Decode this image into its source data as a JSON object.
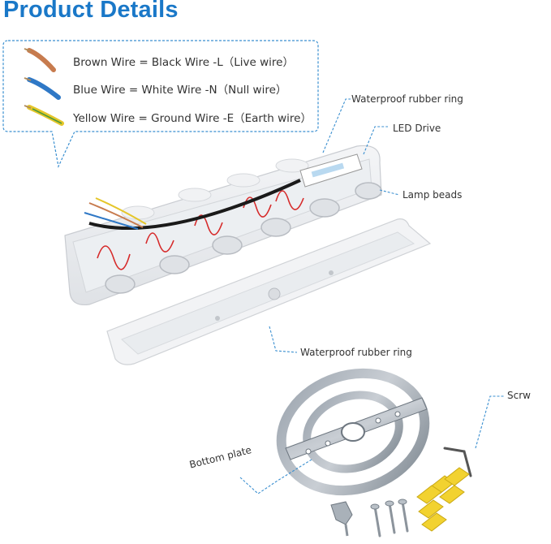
{
  "header": {
    "title": "Product Details"
  },
  "wiring": {
    "brown": "Brown Wire = Black Wire -L（Live wire）",
    "blue": "Blue Wire = White Wire -N（Null  wire）",
    "yellow": "Yellow Wire = Ground Wire -E（Earth wire）"
  },
  "annotations": {
    "waterproof_top": "Waterproof rubber ring",
    "led_drive": "LED Drive",
    "lamp_beads": "Lamp beads",
    "waterproof_bottom": "Waterproof rubber ring",
    "screw": "Scrw",
    "bottom_plate": "Bottom plate"
  },
  "colors": {
    "title": "#1a78c8",
    "callout_border": "#3a8fd0",
    "brown_wire": "#c77b4e",
    "blue_wire": "#2f78c6",
    "yellow_wire": "#e5c62a"
  }
}
